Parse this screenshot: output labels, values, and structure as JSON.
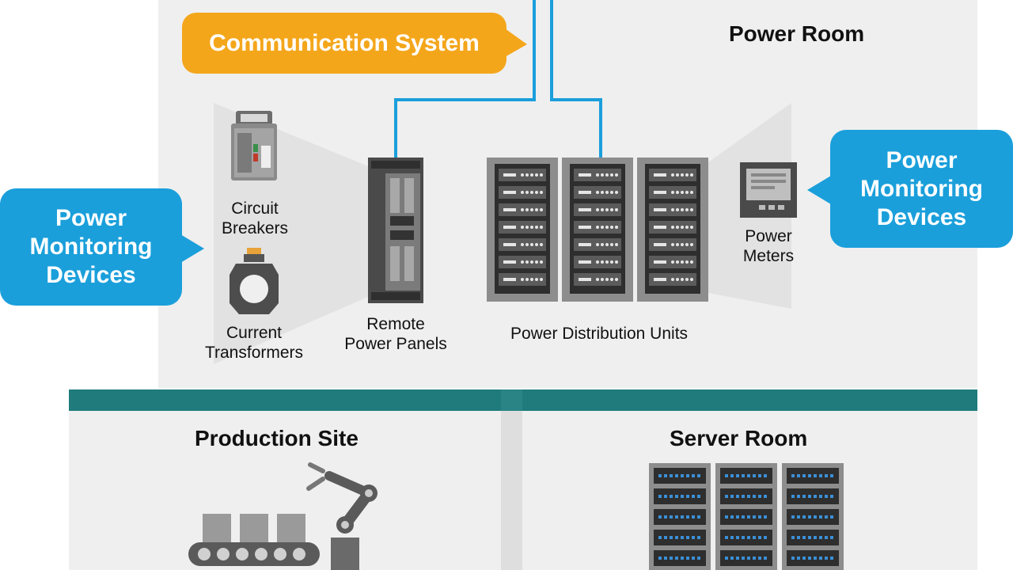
{
  "callouts": {
    "communication": "Communication System",
    "monitoring_left": [
      "Power",
      "Monitoring",
      "Devices"
    ],
    "monitoring_right": [
      "Power",
      "Monitoring",
      "Devices"
    ]
  },
  "rooms": {
    "power_room": "Power Room",
    "production_site": "Production Site",
    "server_room": "Server Room"
  },
  "devices": {
    "circuit_breakers": [
      "Circuit",
      "Breakers"
    ],
    "current_transformers": [
      "Current",
      "Transformers"
    ],
    "remote_power_panels": [
      "Remote",
      "Power Panels"
    ],
    "power_distribution_units": "Power Distribution Units",
    "power_meters": [
      "Power",
      "Meters"
    ]
  },
  "colors": {
    "accent_blue": "#1a9fdb",
    "accent_orange": "#f4a61b",
    "band_teal": "#1f7b7c",
    "panel_gray": "#efefef"
  }
}
